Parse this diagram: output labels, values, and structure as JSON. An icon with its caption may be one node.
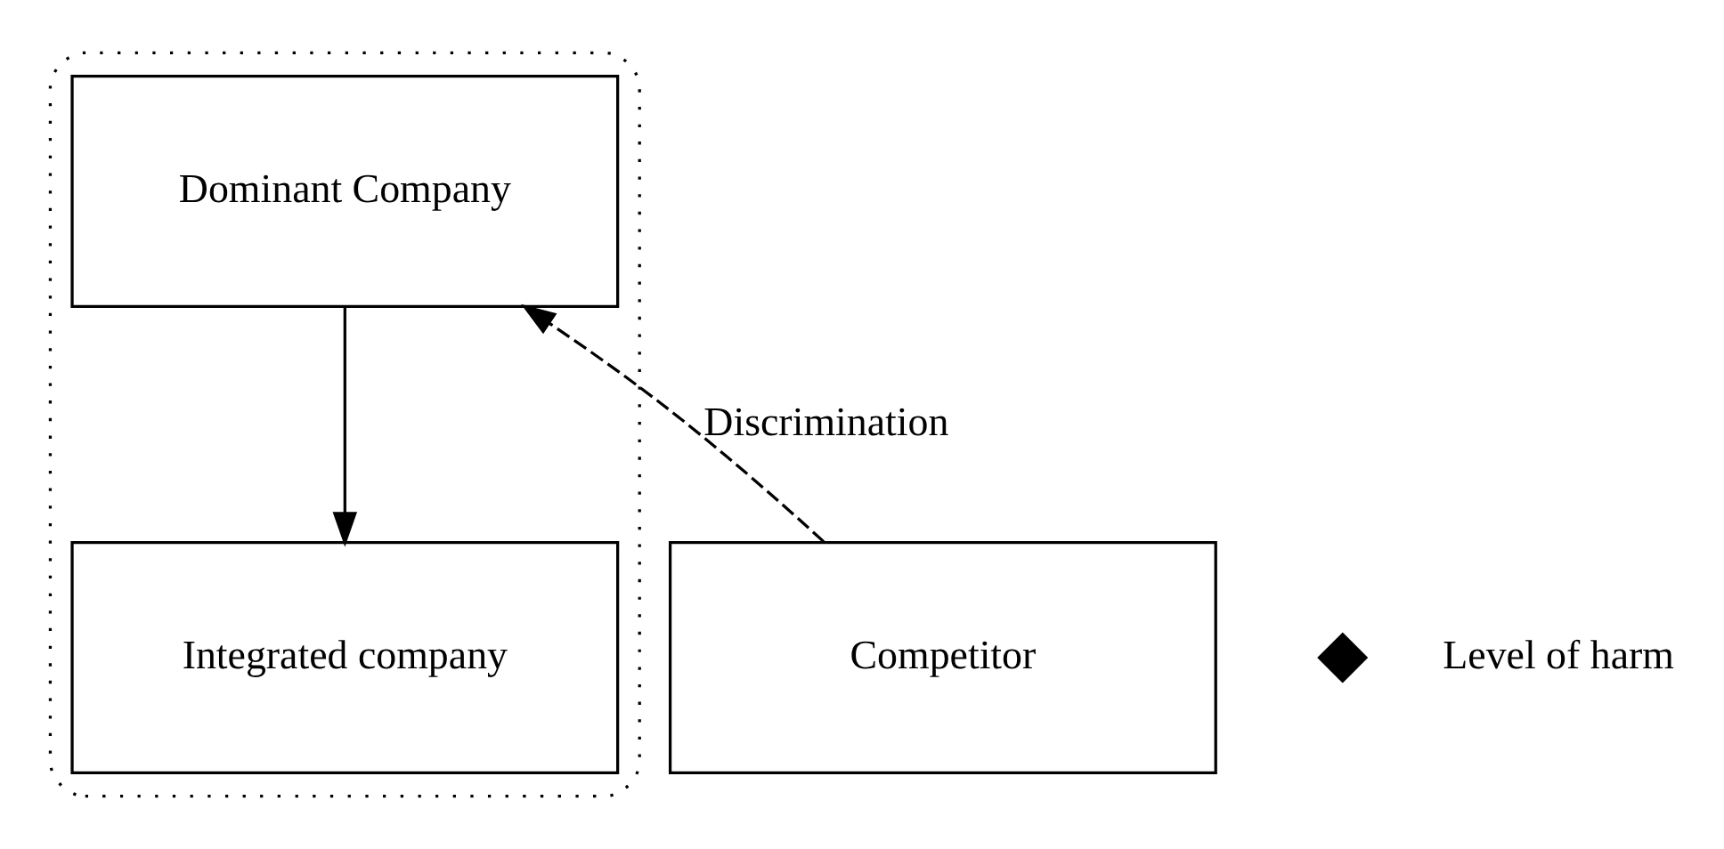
{
  "diagram": {
    "nodes": [
      {
        "text": [],
        "shape": "ellipse"
      },
      {
        "text": [
          "Dominant Company"
        ],
        "in": 0
      },
      {
        "text": [
          "Integrated company"
        ],
        "in": 0
      },
      {
        "text": [
          "Competitor"
        ]
      },
      {
        "text": [],
        "shape": "cross",
        "beside": [
          "Level of harm"
        ]
      }
    ],
    "edges": [
      {
        "from": 1,
        "to": 2,
        "arrow": "to"
      },
      {
        "from": 3,
        "to": 1,
        "arrow": "to",
        "style": "dashed",
        "label": "Discrimination"
      }
    ]
  }
}
